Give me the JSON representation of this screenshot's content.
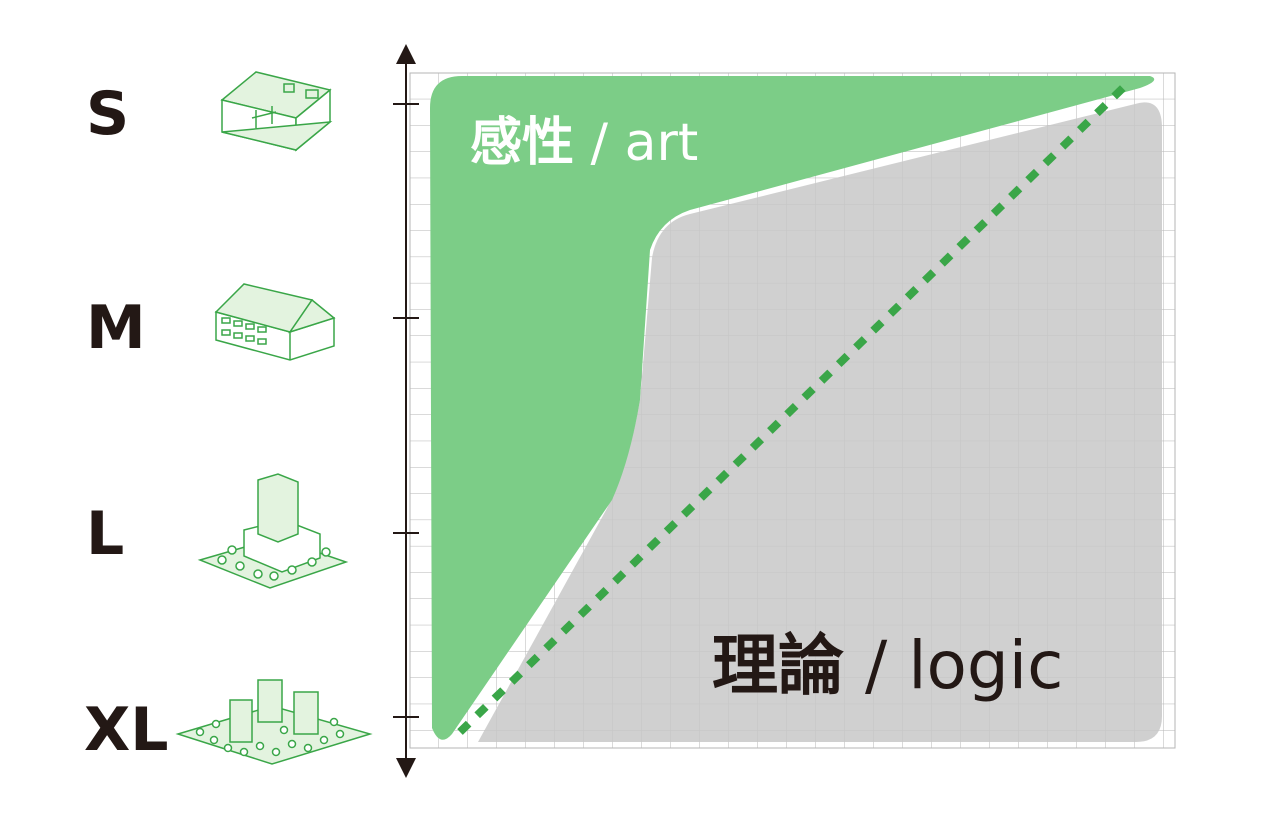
{
  "scale_axis": {
    "levels": [
      {
        "label": "S",
        "icon": "small-room-icon"
      },
      {
        "label": "M",
        "icon": "house-icon"
      },
      {
        "label": "L",
        "icon": "tower-building-icon"
      },
      {
        "label": "XL",
        "icon": "city-block-icon"
      }
    ]
  },
  "regions": {
    "art": {
      "main": "感性",
      "sub": " / art",
      "color": "#7ccd87"
    },
    "logic": {
      "main": "理論",
      "sub": " / logic",
      "color": "#c8c8c8"
    }
  },
  "colors": {
    "axis": "#231815",
    "grid": "#aaaaaa",
    "dotted_line": "#3aa648",
    "icon_stroke": "#3aa648",
    "icon_fill": "#e3f3df"
  }
}
